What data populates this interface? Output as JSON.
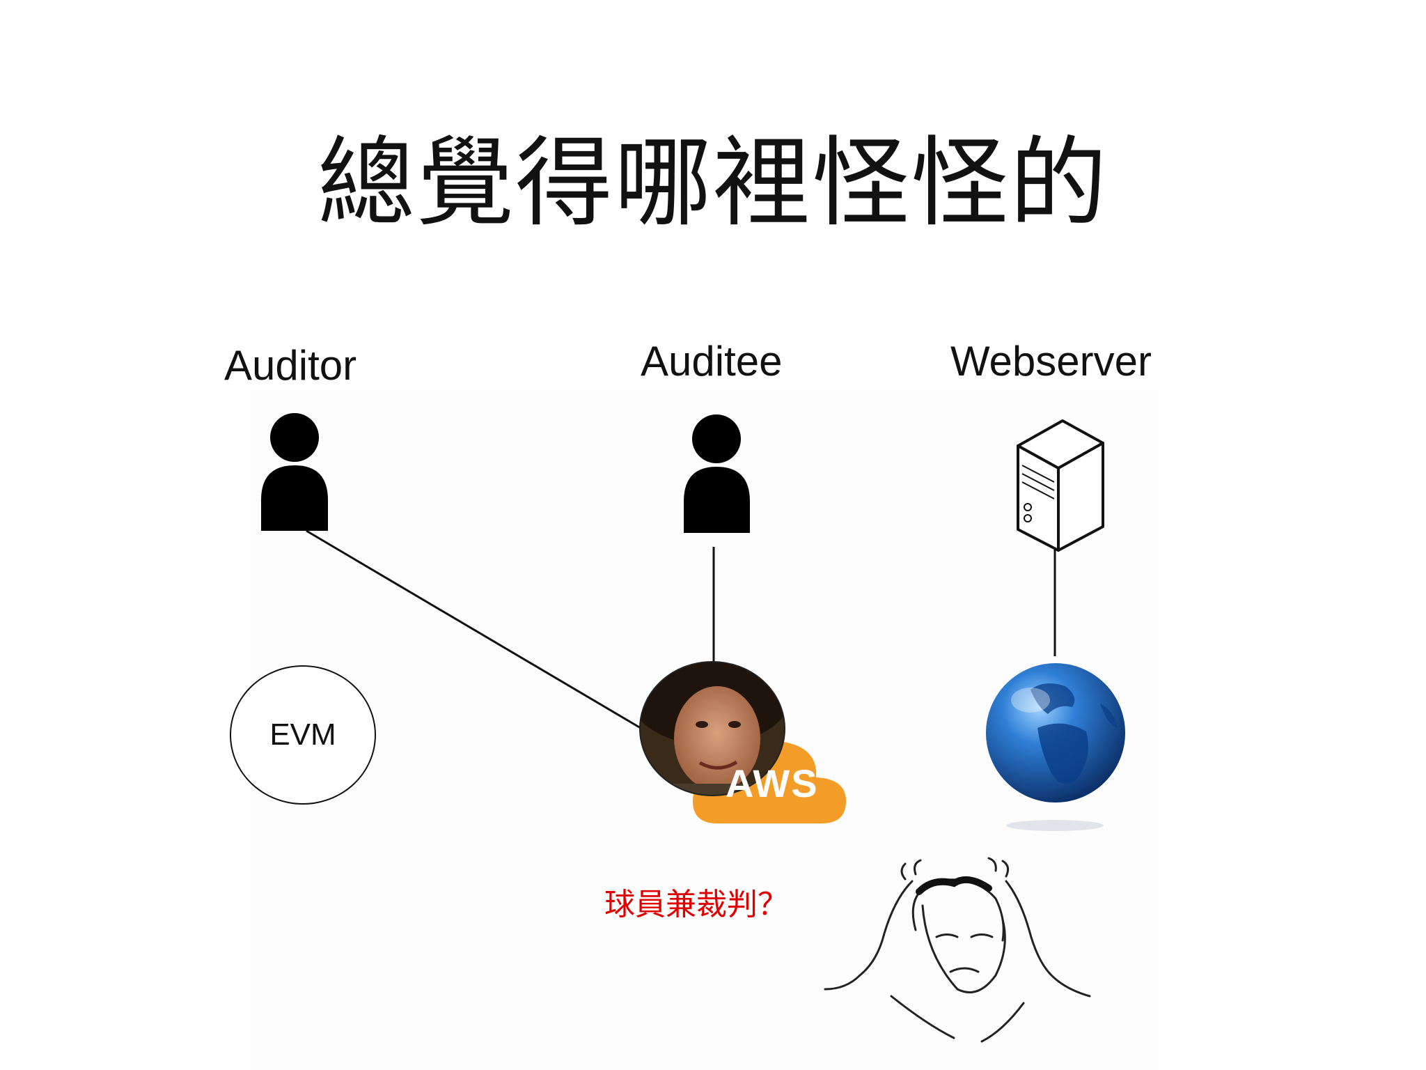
{
  "title": "總覺得哪裡怪怪的",
  "actors": {
    "auditor": "Auditor",
    "auditee": "Auditee",
    "webserver": "Webserver"
  },
  "evm": "EVM",
  "aws": "AWS",
  "caption": "球員兼裁判？",
  "colors": {
    "aws_orange": "#F39C27",
    "caption_red": "#E00000",
    "globe_blue": "#1E63B6"
  }
}
